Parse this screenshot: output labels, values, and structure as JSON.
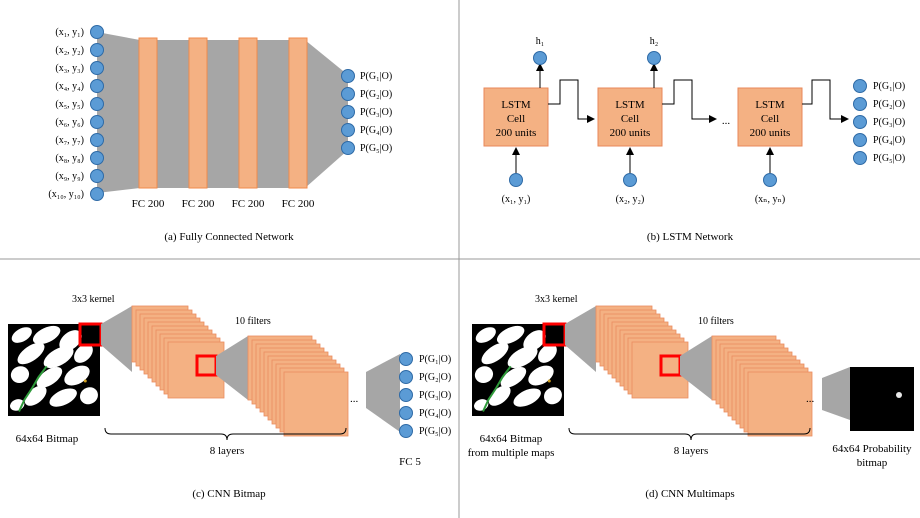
{
  "panel_a": {
    "inputs": [
      "(x₁, y₁)",
      "(x₂, y₂)",
      "(x₃, y₃)",
      "(x₄, y₄)",
      "(x₅, y₅)",
      "(x₆, y₆)",
      "(x₇, y₇)",
      "(x₈, y₈)",
      "(x₉, y₉)",
      "(x₁₀, y₁₀)"
    ],
    "layers": [
      "FC 200",
      "FC 200",
      "FC 200",
      "FC 200"
    ],
    "outputs": [
      "P(G₁|O)",
      "P(G₂|O)",
      "P(G₃|O)",
      "P(G₄|O)",
      "P(G₅|O)"
    ],
    "caption": "(a) Fully Connected Network"
  },
  "panel_b": {
    "hidden": [
      "h₁",
      "h₂"
    ],
    "cell_lines": [
      "LSTM",
      "Cell",
      "200 units"
    ],
    "inputs": [
      "(x₁, y₁)",
      "(x₂, y₂)",
      "(xₙ, yₙ)"
    ],
    "ellipsis": "...",
    "outputs": [
      "P(G₁|O)",
      "P(G₂|O)",
      "P(G₃|O)",
      "P(G₄|O)",
      "P(G₅|O)"
    ],
    "caption": "(b) LSTM Network"
  },
  "panel_c": {
    "kernel_label": "3x3 kernel",
    "filters_label": "10 filters",
    "bitmap_label": "64x64 Bitmap",
    "layers_label": "8 layers",
    "ellipsis": "...",
    "outputs": [
      "P(G₁|O)",
      "P(G₂|O)",
      "P(G₃|O)",
      "P(G₄|O)",
      "P(G₅|O)"
    ],
    "fc_label": "FC 5",
    "caption": "(c) CNN Bitmap"
  },
  "panel_d": {
    "kernel_label": "3x3 kernel",
    "filters_label": "10 filters",
    "bitmap_label_lines": [
      "64x64 Bitmap",
      "from multiple maps"
    ],
    "layers_label": "8 layers",
    "ellipsis": "...",
    "prob_label_lines": [
      "64x64 Probability",
      "bitmap"
    ],
    "caption": "(d) CNN Multimaps"
  },
  "colors": {
    "node": "#5b9bd5",
    "layer": "#f4b183",
    "funnel": "#a6a6a6",
    "kernel": "#ff0000",
    "trajectory": "#2e9a3a"
  }
}
